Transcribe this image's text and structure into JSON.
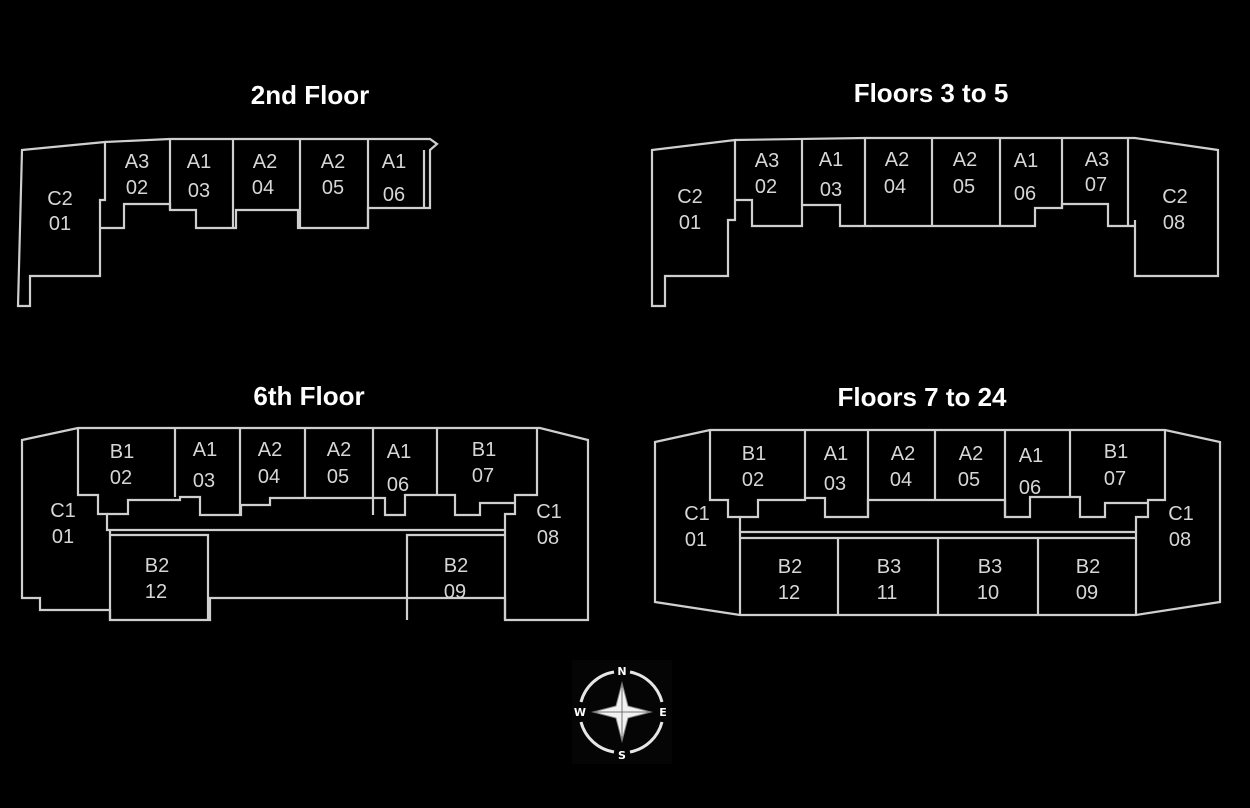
{
  "floors": [
    {
      "title": "2nd Floor",
      "units": [
        {
          "type": "C2",
          "num": "01"
        },
        {
          "type": "A3",
          "num": "02"
        },
        {
          "type": "A1",
          "num": "03"
        },
        {
          "type": "A2",
          "num": "04"
        },
        {
          "type": "A2",
          "num": "05"
        },
        {
          "type": "A1",
          "num": "06"
        }
      ]
    },
    {
      "title": "Floors 3 to 5",
      "units": [
        {
          "type": "C2",
          "num": "01"
        },
        {
          "type": "A3",
          "num": "02"
        },
        {
          "type": "A1",
          "num": "03"
        },
        {
          "type": "A2",
          "num": "04"
        },
        {
          "type": "A2",
          "num": "05"
        },
        {
          "type": "A1",
          "num": "06"
        },
        {
          "type": "A3",
          "num": "07"
        },
        {
          "type": "C2",
          "num": "08"
        }
      ]
    },
    {
      "title": "6th Floor",
      "units": [
        {
          "type": "C1",
          "num": "01"
        },
        {
          "type": "B1",
          "num": "02"
        },
        {
          "type": "A1",
          "num": "03"
        },
        {
          "type": "A2",
          "num": "04"
        },
        {
          "type": "A2",
          "num": "05"
        },
        {
          "type": "A1",
          "num": "06"
        },
        {
          "type": "B1",
          "num": "07"
        },
        {
          "type": "C1",
          "num": "08"
        },
        {
          "type": "B2",
          "num": "09"
        },
        {
          "type": "B2",
          "num": "12"
        }
      ]
    },
    {
      "title": "Floors 7 to 24",
      "units": [
        {
          "type": "C1",
          "num": "01"
        },
        {
          "type": "B1",
          "num": "02"
        },
        {
          "type": "A1",
          "num": "03"
        },
        {
          "type": "A2",
          "num": "04"
        },
        {
          "type": "A2",
          "num": "05"
        },
        {
          "type": "A1",
          "num": "06"
        },
        {
          "type": "B1",
          "num": "07"
        },
        {
          "type": "C1",
          "num": "08"
        },
        {
          "type": "B2",
          "num": "09"
        },
        {
          "type": "B3",
          "num": "10"
        },
        {
          "type": "B3",
          "num": "11"
        },
        {
          "type": "B2",
          "num": "12"
        }
      ]
    }
  ],
  "compass": {
    "n": "N",
    "s": "S",
    "e": "E",
    "w": "W"
  },
  "colors": {
    "background": "#000000",
    "outline": "#cfcfcf",
    "label": "#d6d6d6",
    "title": "#ffffff"
  }
}
